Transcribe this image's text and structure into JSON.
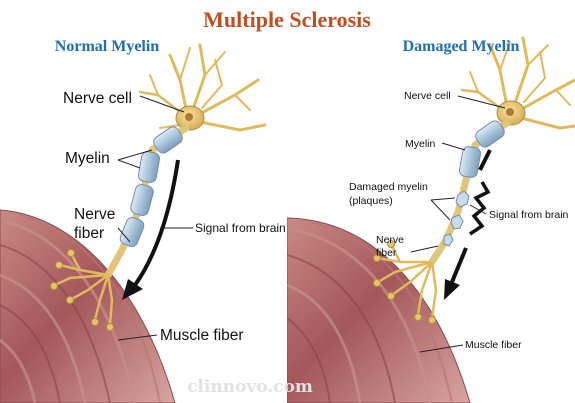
{
  "title": "Multiple Sclerosis",
  "watermark": "clinnovo.com",
  "panels": {
    "normal": {
      "title": "Normal Myelin",
      "labels": {
        "nerve_cell": "Nerve cell",
        "myelin": "Myelin",
        "nerve": "Nerve",
        "fiber": "fiber",
        "signal": "Signal from brain",
        "muscle": "Muscle fiber"
      }
    },
    "damaged": {
      "title": "Damaged Myelin",
      "labels": {
        "nerve_cell": "Nerve cell",
        "myelin": "Myelin",
        "damaged_1": "Damaged myelin",
        "damaged_2": "(plaques)",
        "nerve": "Nerve",
        "fiber": "fiber",
        "signal": "Signal from brain",
        "muscle": "Muscle fiber"
      }
    }
  },
  "colors": {
    "title": "#c24d1f",
    "panel_title": "#1f6fb7",
    "axon": "#e3c57a",
    "myelin": "#b9d2e4",
    "muscle": "#a8585a"
  }
}
